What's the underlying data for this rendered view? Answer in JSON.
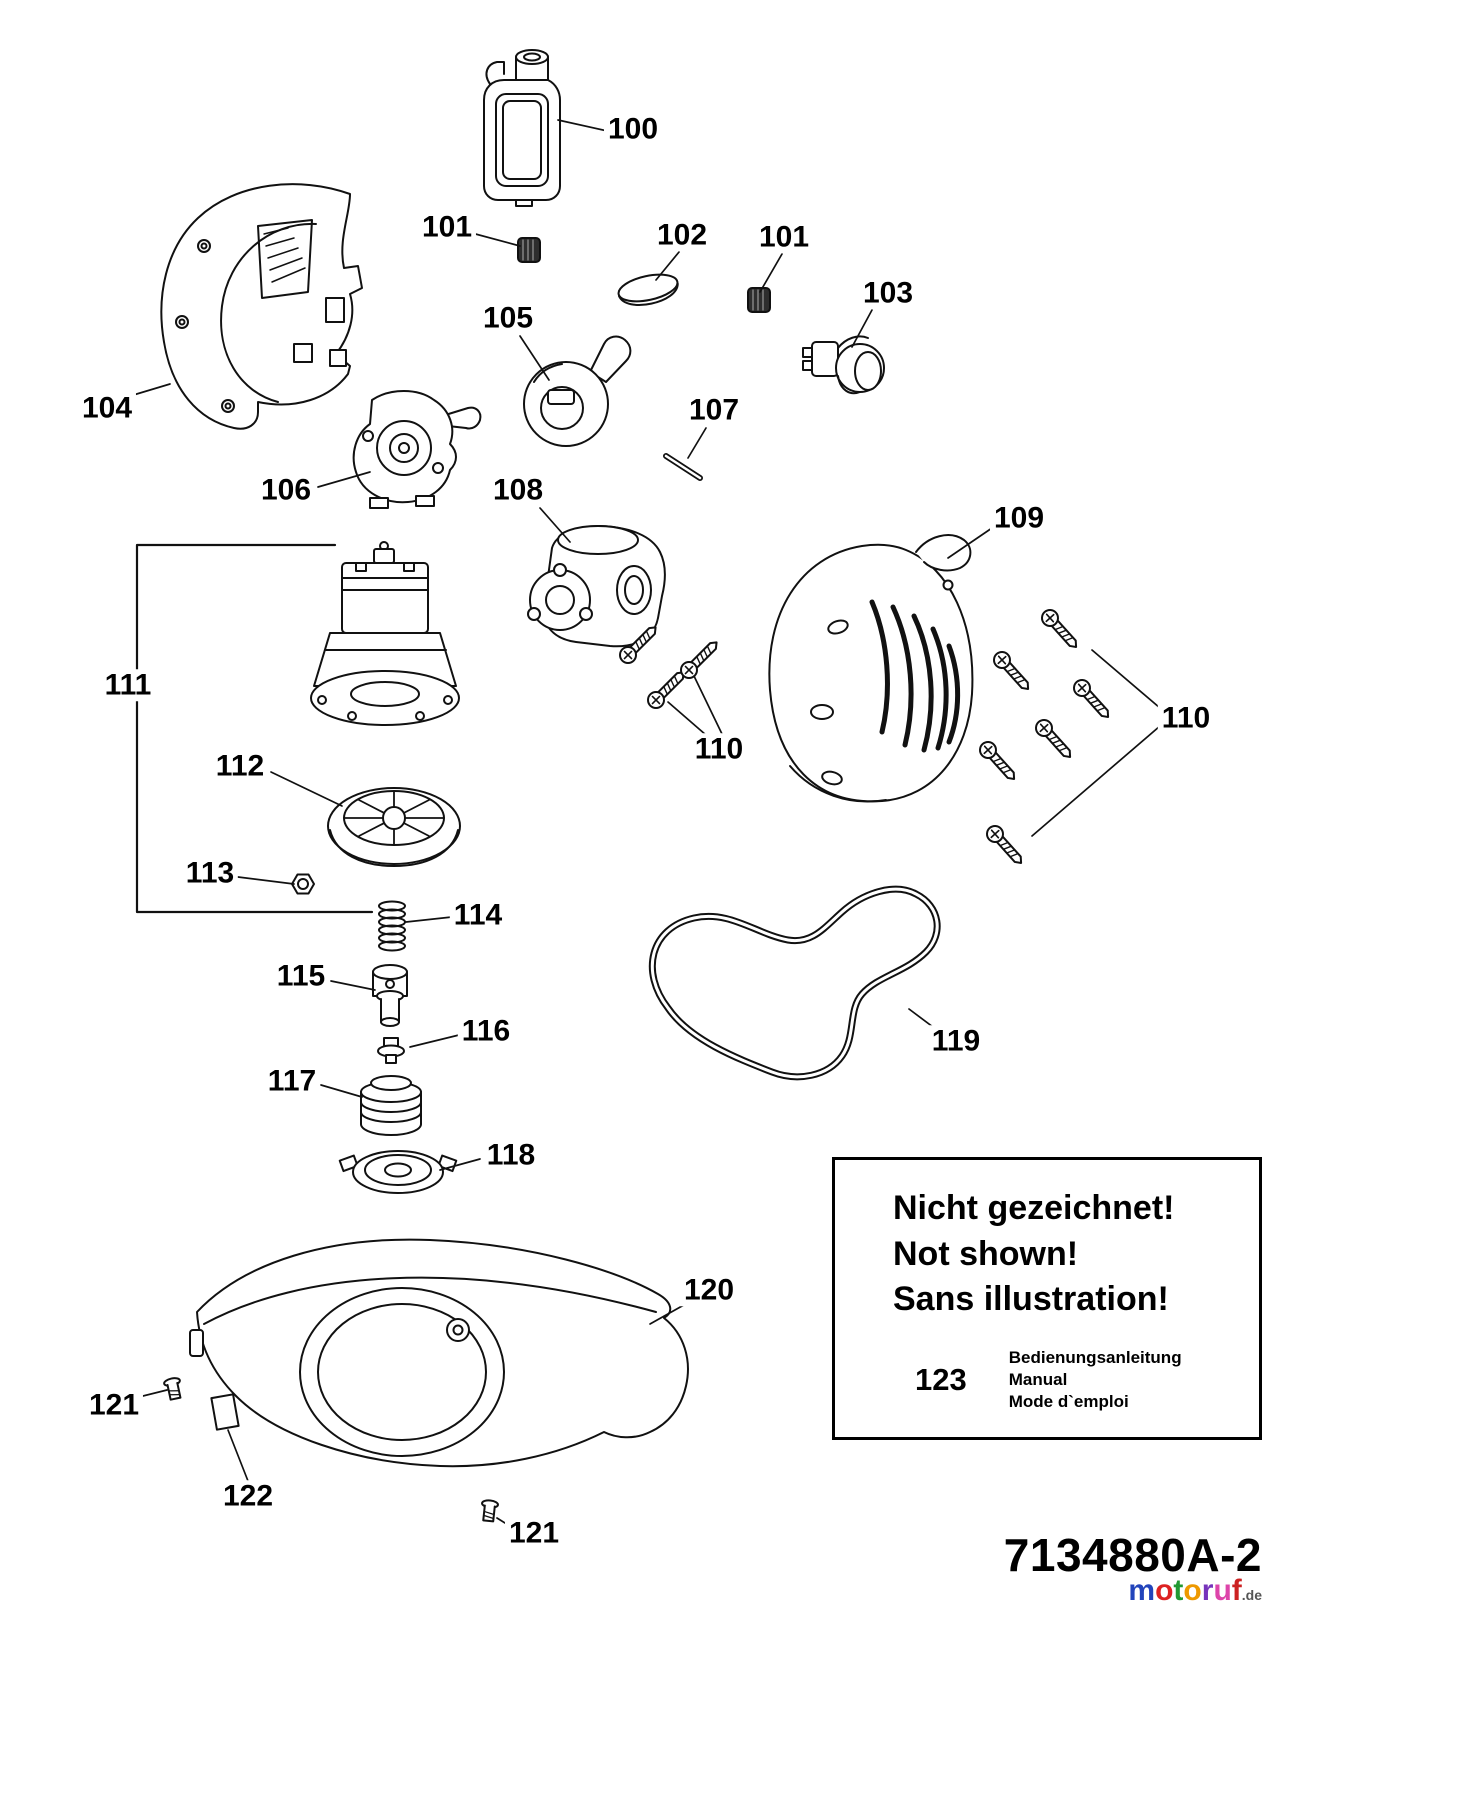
{
  "labels": [
    {
      "id": "100",
      "text": "100"
    },
    {
      "id": "101a",
      "text": "101"
    },
    {
      "id": "102",
      "text": "102"
    },
    {
      "id": "101b",
      "text": "101"
    },
    {
      "id": "103",
      "text": "103"
    },
    {
      "id": "105",
      "text": "105"
    },
    {
      "id": "104",
      "text": "104"
    },
    {
      "id": "107",
      "text": "107"
    },
    {
      "id": "106",
      "text": "106"
    },
    {
      "id": "108",
      "text": "108"
    },
    {
      "id": "109",
      "text": "109"
    },
    {
      "id": "111",
      "text": "111"
    },
    {
      "id": "110a",
      "text": "110"
    },
    {
      "id": "110b",
      "text": "110"
    },
    {
      "id": "112",
      "text": "112"
    },
    {
      "id": "113",
      "text": "113"
    },
    {
      "id": "114",
      "text": "114"
    },
    {
      "id": "115",
      "text": "115"
    },
    {
      "id": "116",
      "text": "116"
    },
    {
      "id": "117",
      "text": "117"
    },
    {
      "id": "118",
      "text": "118"
    },
    {
      "id": "119",
      "text": "119"
    },
    {
      "id": "120",
      "text": "120"
    },
    {
      "id": "121a",
      "text": "121"
    },
    {
      "id": "122",
      "text": "122"
    },
    {
      "id": "121b",
      "text": "121"
    }
  ],
  "not_shown_box": {
    "line1": "Nicht gezeichnet!",
    "line2": "Not shown!",
    "line3": "Sans illustration!",
    "item_number": "123",
    "item_line1": "Bedienungsanleitung",
    "item_line2": "Manual",
    "item_line3": "Mode d`emploi"
  },
  "footer": {
    "part_number": "7134880A-2"
  },
  "logo": {
    "letters": [
      {
        "ch": "m",
        "color": "#2244bb"
      },
      {
        "ch": "o",
        "color": "#dd2222"
      },
      {
        "ch": "t",
        "color": "#229933"
      },
      {
        "ch": "o",
        "color": "#ee9900"
      },
      {
        "ch": "r",
        "color": "#7733bb"
      },
      {
        "ch": "u",
        "color": "#dd44aa"
      },
      {
        "ch": "f",
        "color": "#cc2222"
      }
    ],
    "suffix": ".de",
    "suffix_color": "#555555",
    "line_color": "#111111"
  }
}
